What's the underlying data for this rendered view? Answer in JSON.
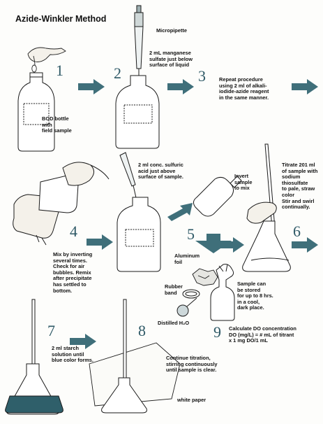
{
  "title": "Azide-Winkler Method",
  "colors": {
    "arrow": "#3f6f7a",
    "number": "#2e5966",
    "line": "#1a1a1a",
    "stain": "#2f5f6a"
  },
  "steps": [
    {
      "n": "1",
      "caption": "BOD bottle\nwith\nfield sample"
    },
    {
      "n": "2",
      "caption": "2 mL manganese\nsulfate just below\nsurface of liquid",
      "tool": "Micropipette"
    },
    {
      "n": "3",
      "caption": "Repeat procedure\nusing 2 ml of alkali-\niodide-azide reagent\nin the same manner."
    },
    {
      "n": "4",
      "caption": "Mix by inverting\nseveral times.\nCheck for air\nbubbles.  Remix\nafter precipitate\nhas settled to\nbottom."
    },
    {
      "n": "5",
      "caption": "2 ml conc. sulfuric\nacid just above\nsurface of sample.",
      "invert": "Invert\nsample\nto mix"
    },
    {
      "n": "6",
      "caption": "Titrate 201 ml\nof sample with\nsodium thiosulfate\nto pale, straw color\nStir and swirl\ncontinually."
    },
    {
      "n": "7",
      "caption": "2 ml starch\nsolution until\nblue color forms."
    },
    {
      "n": "8",
      "caption": "Continue titration,\nstirring continuously\nuntil sample is clear.",
      "paper": "white paper",
      "water": "Distilled H₂O"
    },
    {
      "n": "9",
      "caption": "Calculate DO concentration\nDO (mg/L) = # mL of titrant\nx 1 mg DO/1 mL"
    }
  ],
  "storage": {
    "foil": "Aluminum\nfoil",
    "band": "Rubber\nband",
    "note": "Sample can\nbe stored\nfor up to 8 hrs.\nin a cool,\ndark place."
  }
}
